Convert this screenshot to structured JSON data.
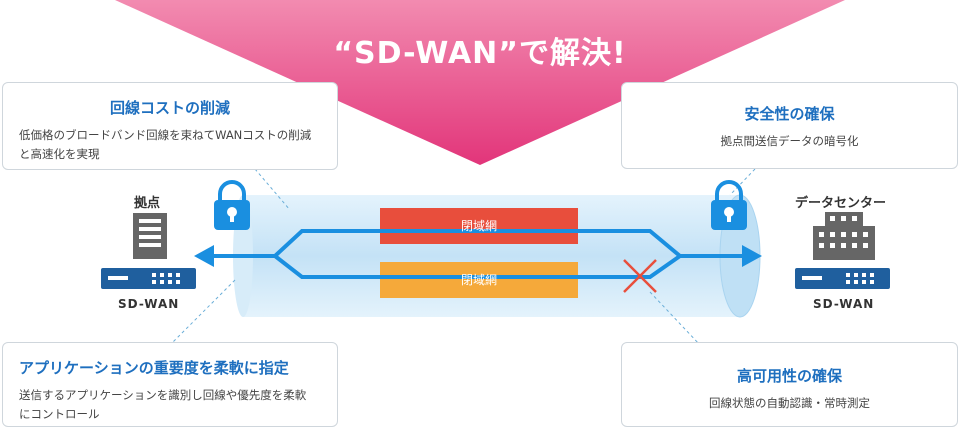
{
  "headline": "“SD-WAN”で解決!",
  "cost_box": {
    "title": "回線コストの削減",
    "desc_line1": "低価格のブロードバンド回線を束ねてWANコストの削減",
    "desc_line2": "と高速化を実現"
  },
  "security_box": {
    "title": "安全性の確保",
    "desc": "拠点間送信データの暗号化"
  },
  "priority_box": {
    "title": "アプリケーションの重要度を柔軟に指定",
    "desc_line1": "送信するアプリケーションを識別し回線や優先度を柔軟",
    "desc_line2": "にコントロール"
  },
  "availability_box": {
    "title": "高可用性の確保",
    "desc": "回線状態の自動認識・常時測定"
  },
  "left_node": {
    "label": "拠点",
    "device": "SD-WAN"
  },
  "right_node": {
    "label": "データセンター",
    "device": "SD-WAN"
  },
  "lanes": {
    "upper": "閉域網",
    "lower": "閉域網"
  },
  "colors": {
    "banner": "#e2357a",
    "blue": "#1a8fe0",
    "tube": "#cfe8f8",
    "lane_upper": "#e84e3c",
    "lane_lower": "#f5a93a",
    "device": "#1f5f9e",
    "building": "#666666"
  },
  "icons": [
    "lock-icon",
    "building-icon",
    "router-icon",
    "fail-cross-icon",
    "arrow-icon"
  ]
}
